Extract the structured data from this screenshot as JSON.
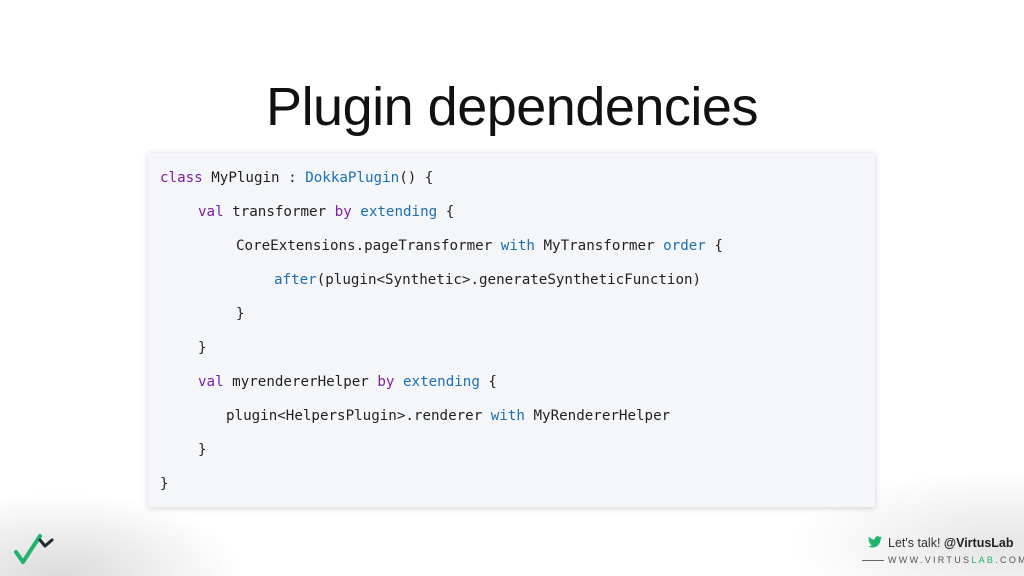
{
  "slide": {
    "title": "Plugin dependencies"
  },
  "code": {
    "lines": [
      {
        "tokens": [
          {
            "t": "class ",
            "c": "kw"
          },
          {
            "t": "MyPlugin : ",
            "c": ""
          },
          {
            "t": "DokkaPlugin",
            "c": "fn"
          },
          {
            "t": "() {",
            "c": ""
          }
        ]
      },
      {
        "tokens": [
          {
            "t": "val ",
            "c": "kw"
          },
          {
            "t": "transformer ",
            "c": ""
          },
          {
            "t": "by ",
            "c": "kw"
          },
          {
            "t": "extending",
            "c": "fn"
          },
          {
            "t": " {",
            "c": ""
          }
        ]
      },
      {
        "tokens": [
          {
            "t": "CoreExtensions.pageTransformer ",
            "c": ""
          },
          {
            "t": "with ",
            "c": "fn"
          },
          {
            "t": "MyTransformer ",
            "c": ""
          },
          {
            "t": "order",
            "c": "fn"
          },
          {
            "t": " {",
            "c": ""
          }
        ]
      },
      {
        "tokens": [
          {
            "t": "after",
            "c": "fn"
          },
          {
            "t": "(plugin<Synthetic>.generateSyntheticFunction)",
            "c": ""
          }
        ]
      },
      {
        "tokens": [
          {
            "t": "}",
            "c": ""
          }
        ]
      },
      {
        "tokens": [
          {
            "t": "}",
            "c": ""
          }
        ]
      },
      {
        "tokens": [
          {
            "t": "val ",
            "c": "kw"
          },
          {
            "t": "myrendererHelper ",
            "c": ""
          },
          {
            "t": "by ",
            "c": "kw"
          },
          {
            "t": "extending",
            "c": "fn"
          },
          {
            "t": " {",
            "c": ""
          }
        ]
      },
      {
        "tokens": [
          {
            "t": "plugin<HelpersPlugin>.renderer ",
            "c": ""
          },
          {
            "t": "with ",
            "c": "fn"
          },
          {
            "t": "MyRendererHelper",
            "c": ""
          }
        ]
      },
      {
        "tokens": [
          {
            "t": "}",
            "c": ""
          }
        ]
      },
      {
        "tokens": [
          {
            "t": "}",
            "c": ""
          }
        ]
      }
    ],
    "colors": {
      "keyword": "#7a1fa2",
      "function": "#1b6fb3",
      "text": "#1f1f1f",
      "background": "#f5f6f9"
    }
  },
  "footer": {
    "cta": "Let's talk! ",
    "handle": "@VirtusLab",
    "site_prefix": "WWW.VIRTUS",
    "site_accent": "LAB",
    "site_suffix": ".COM",
    "icon": "twitter-bird-icon",
    "logo": "virtuslab-logo"
  }
}
